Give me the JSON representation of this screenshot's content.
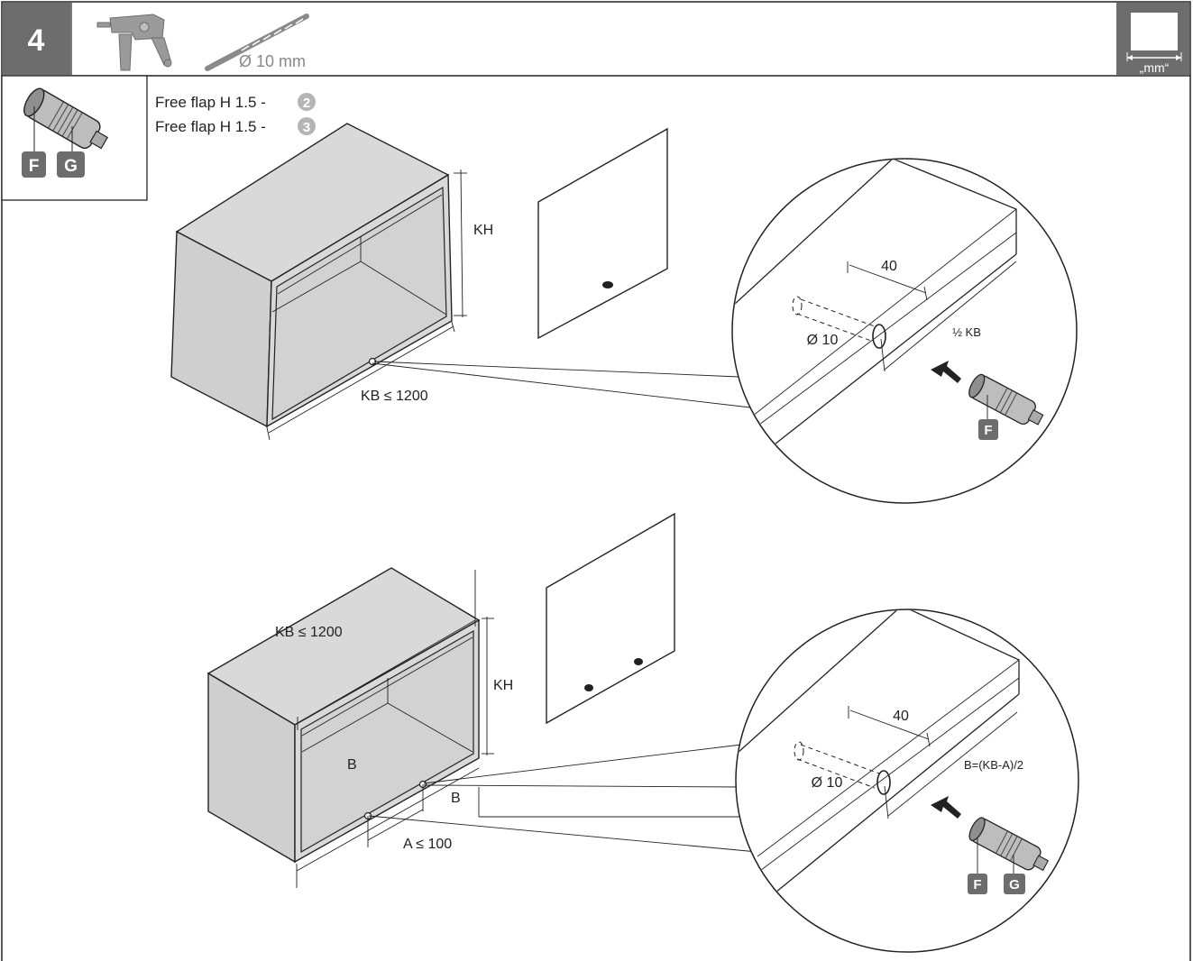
{
  "header": {
    "step_number": "4",
    "drill_bit_label": "Ø 10 mm",
    "unit_label": "„mm“"
  },
  "parts_box": {
    "labels": [
      "F",
      "G"
    ]
  },
  "variants": [
    {
      "text": "Free flap H 1.5 - ",
      "badge": "2"
    },
    {
      "text": "Free flap H 1.5 - ",
      "badge": "3"
    }
  ],
  "top_diagram": {
    "height_label": "KH",
    "width_label": "KB ≤ 1200",
    "detail": {
      "dist_label": "40",
      "diameter_label": "Ø 10",
      "position_label": "½ KB",
      "part_label": "F"
    }
  },
  "bottom_diagram": {
    "width_label": "KB ≤ 1200",
    "height_label": "KH",
    "inner_label": "B",
    "offset_label": "B",
    "spacing_label": "A  ≤ 100",
    "detail": {
      "dist_label": "40",
      "diameter_label": "Ø 10",
      "position_label": "B=(KB-A)/2",
      "part_labels": [
        "F",
        "G"
      ]
    }
  }
}
